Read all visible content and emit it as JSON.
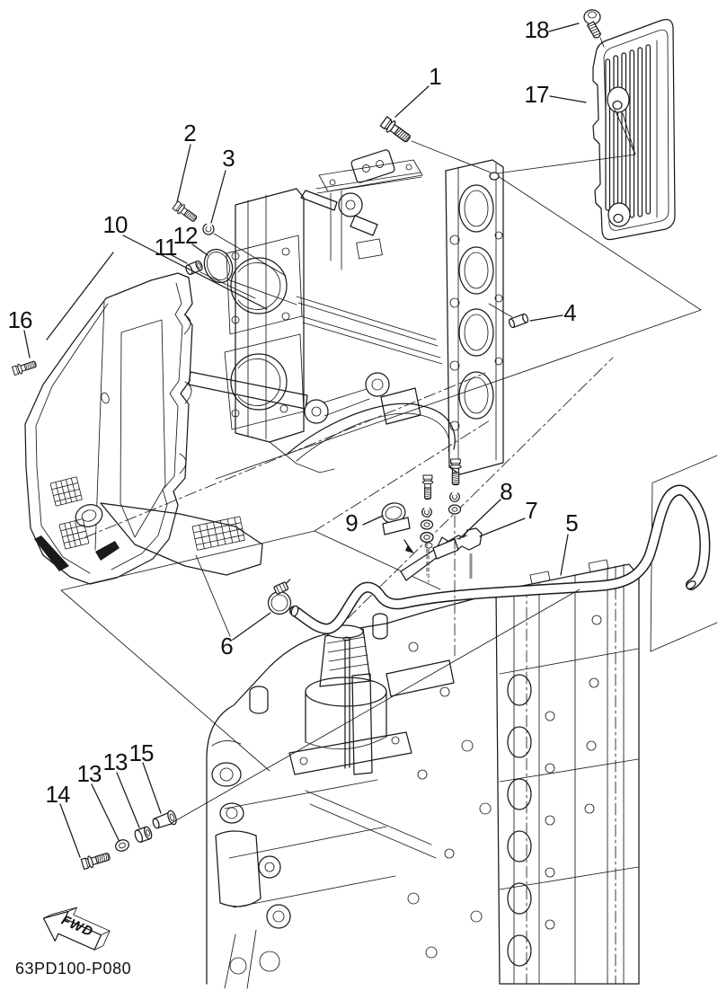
{
  "diagram": {
    "part_code": "63PD100-P080",
    "fwd_label": "FWD",
    "line_color": "#1a1a1a",
    "background_color": "#ffffff",
    "callouts": [
      {
        "label": "1"
      },
      {
        "label": "2"
      },
      {
        "label": "3"
      },
      {
        "label": "4"
      },
      {
        "label": "5"
      },
      {
        "label": "6"
      },
      {
        "label": "7"
      },
      {
        "label": "8"
      },
      {
        "label": "9"
      },
      {
        "label": "10"
      },
      {
        "label": "11"
      },
      {
        "label": "12"
      },
      {
        "label": "13"
      },
      {
        "label": "13"
      },
      {
        "label": "14"
      },
      {
        "label": "15"
      },
      {
        "label": "16"
      },
      {
        "label": "17"
      },
      {
        "label": "18"
      }
    ]
  }
}
